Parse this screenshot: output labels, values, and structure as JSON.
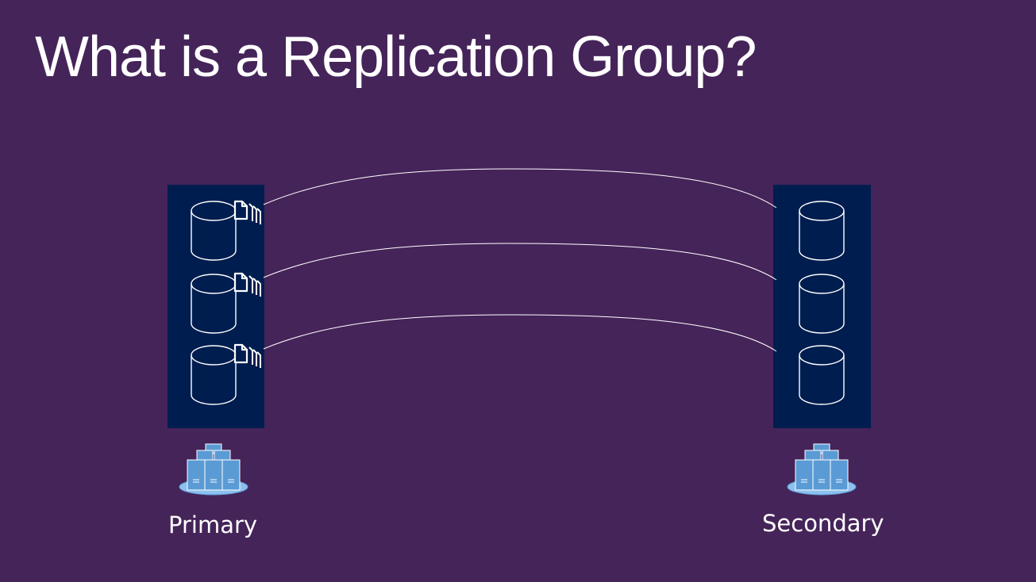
{
  "slide": {
    "title": "What is a Replication Group?"
  },
  "nodes": {
    "primary": {
      "label": "Primary",
      "icon": "server-cluster-icon"
    },
    "secondary": {
      "label": "Secondary",
      "icon": "server-cluster-icon"
    }
  },
  "colors": {
    "background": "#452459",
    "panel": "#001d4f",
    "line": "#ffffff",
    "server": "#5b9bd5"
  }
}
